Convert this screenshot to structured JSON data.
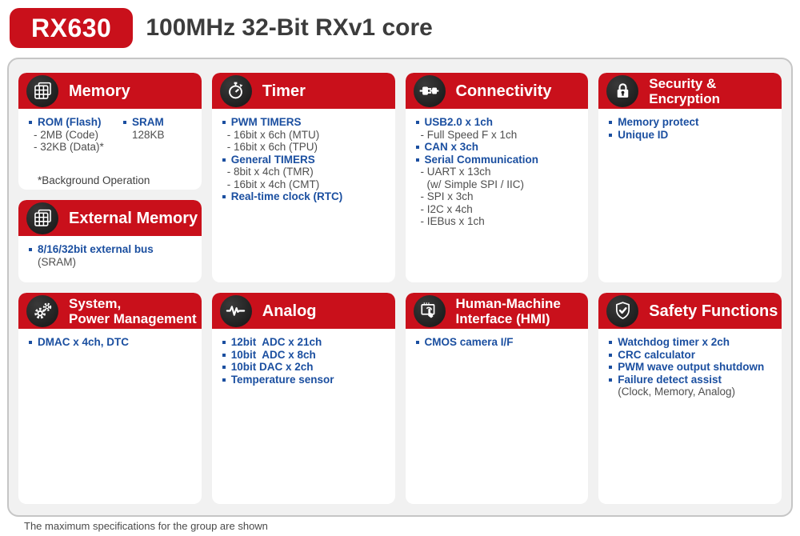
{
  "header": {
    "badge": "RX630",
    "title": "100MHz 32-Bit RXv1 core"
  },
  "footer": {
    "note": "The maximum specifications for the group are shown"
  },
  "colors": {
    "brand_red": "#c9101b",
    "accent_blue": "#1b4fa0",
    "body_gray": "#4f4f4f",
    "panel_bg": "#f1f1f1",
    "panel_border": "#c6c6c6",
    "icon_circle": "#1f1f1f"
  },
  "cards": [
    {
      "id": "memory",
      "slot": "r1c1a",
      "icon": "memory-grid-icon",
      "title_lines": [
        "Memory"
      ],
      "columns": [
        {
          "items": [
            {
              "t": "main",
              "text": "ROM (Flash)"
            },
            {
              "t": "sub",
              "text": "- 2MB (Code)"
            },
            {
              "t": "sub",
              "text": "- 32KB (Data)*"
            }
          ]
        },
        {
          "items": [
            {
              "t": "main",
              "text": "SRAM"
            },
            {
              "t": "plain",
              "text": "128KB"
            }
          ]
        }
      ],
      "footnote": "*Background Operation"
    },
    {
      "id": "external-memory",
      "slot": "r1c1b",
      "icon": "memory-grid-icon",
      "title_lines": [
        "External Memory"
      ],
      "items": [
        {
          "t": "main",
          "text": "8/16/32bit external bus"
        },
        {
          "t": "plain",
          "text": "(SRAM)"
        }
      ]
    },
    {
      "id": "timer",
      "slot": "r1c2",
      "icon": "stopwatch-icon",
      "title_lines": [
        "Timer"
      ],
      "items": [
        {
          "t": "main",
          "text": "PWM TIMERS"
        },
        {
          "t": "sub",
          "text": "- 16bit x 6ch (MTU)"
        },
        {
          "t": "sub",
          "text": "- 16bit x 6ch (TPU)"
        },
        {
          "t": "main",
          "text": "General TIMERS"
        },
        {
          "t": "sub",
          "text": "- 8bit x 4ch (TMR)"
        },
        {
          "t": "sub",
          "text": "- 16bit x 4ch (CMT)"
        },
        {
          "t": "main",
          "text": "Real-time clock (RTC)"
        }
      ]
    },
    {
      "id": "connectivity",
      "slot": "r1c3",
      "icon": "plug-icon",
      "title_lines": [
        "Connectivity"
      ],
      "items": [
        {
          "t": "main",
          "text": "USB2.0 x 1ch"
        },
        {
          "t": "sub",
          "text": "- Full Speed F x 1ch"
        },
        {
          "t": "main",
          "text": "CAN x 3ch"
        },
        {
          "t": "main",
          "text": "Serial Communication"
        },
        {
          "t": "sub",
          "text": "- UART x 13ch"
        },
        {
          "t": "sub2",
          "text": "(w/ Simple SPI / IIC)"
        },
        {
          "t": "sub",
          "text": "- SPI x 3ch"
        },
        {
          "t": "sub",
          "text": "- I2C x 4ch"
        },
        {
          "t": "sub",
          "text": "- IEBus x 1ch"
        }
      ]
    },
    {
      "id": "security-encryption",
      "slot": "r1c4",
      "icon": "lock-icon",
      "title_lines": [
        "Security &",
        "Encryption"
      ],
      "items": [
        {
          "t": "main",
          "text": "Memory protect"
        },
        {
          "t": "main",
          "text": "Unique ID"
        }
      ]
    },
    {
      "id": "system-power-management",
      "slot": "r2c1",
      "icon": "gears-icon",
      "title_lines": [
        "System,",
        "Power Management"
      ],
      "items": [
        {
          "t": "main",
          "text": "DMAC x 4ch, DTC"
        }
      ]
    },
    {
      "id": "analog",
      "slot": "r2c2",
      "icon": "waveform-icon",
      "title_lines": [
        "Analog"
      ],
      "items": [
        {
          "t": "main",
          "text": "12bit  ADC x 21ch"
        },
        {
          "t": "main",
          "text": "10bit  ADC x 8ch"
        },
        {
          "t": "main",
          "text": "10bit DAC x 2ch"
        },
        {
          "t": "main",
          "text": "Temperature sensor"
        }
      ]
    },
    {
      "id": "human-machine-interface",
      "slot": "r2c3",
      "icon": "touchscreen-icon",
      "title_lines": [
        "Human-Machine",
        "Interface (HMI)"
      ],
      "items": [
        {
          "t": "main",
          "text": "CMOS camera I/F"
        }
      ]
    },
    {
      "id": "safety-functions",
      "slot": "r2c4",
      "icon": "shield-check-icon",
      "title_lines": [
        "Safety Functions"
      ],
      "items": [
        {
          "t": "main",
          "text": "Watchdog timer x 2ch"
        },
        {
          "t": "main",
          "text": "CRC calculator"
        },
        {
          "t": "main",
          "text": "PWM wave output shutdown"
        },
        {
          "t": "main",
          "text": "Failure detect assist"
        },
        {
          "t": "plain",
          "text": "(Clock, Memory, Analog)"
        }
      ]
    }
  ]
}
